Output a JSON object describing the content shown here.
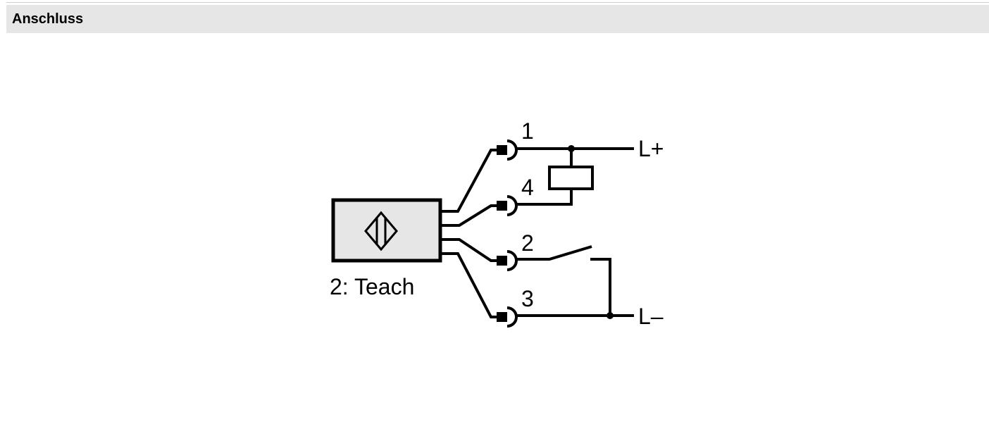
{
  "header": {
    "title": "Anschluss"
  },
  "diagram": {
    "sensor_label": "2: Teach",
    "pins": {
      "pin1": "1",
      "pin4": "4",
      "pin2": "2",
      "pin3": "3"
    },
    "supply": {
      "positive": "L+",
      "negative": "L–"
    },
    "colors": {
      "line": "#000000",
      "sensor_fill": "#e6e6e6",
      "header_bg": "#e6e6e6"
    }
  }
}
